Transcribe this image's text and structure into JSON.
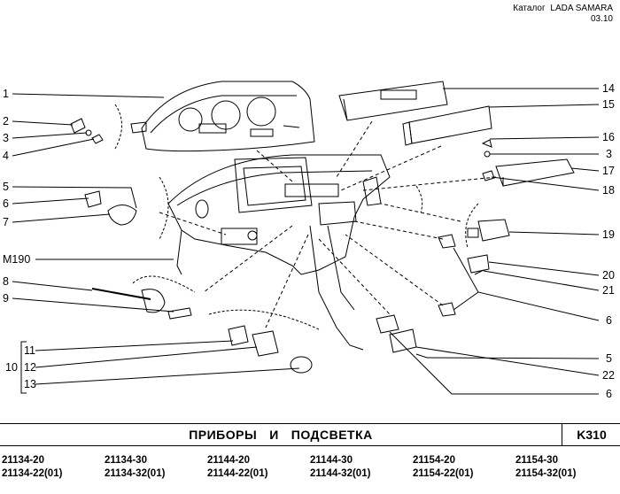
{
  "header": {
    "catalog_label": "Каталог",
    "catalog_name": "LADA SAMARA",
    "date": "03.10"
  },
  "callouts_left": [
    "1",
    "2",
    "3",
    "4",
    "5",
    "6",
    "7",
    "M190",
    "8",
    "9",
    "11",
    "12",
    "13",
    "10"
  ],
  "callouts_right": [
    "14",
    "15",
    "16",
    "3",
    "17",
    "18",
    "19",
    "20",
    "21",
    "6",
    "5",
    "22",
    "6"
  ],
  "footer": {
    "title_words": [
      "ПРИБОРЫ",
      "И",
      "ПОДСВЕТКА"
    ],
    "code": "K310"
  },
  "models": [
    [
      "21134-20",
      "21134-22(01)"
    ],
    [
      "21134-30",
      "21134-32(01)"
    ],
    [
      "21144-20",
      "21144-22(01)"
    ],
    [
      "21144-30",
      "21144-32(01)"
    ],
    [
      "21154-20",
      "21154-22(01)"
    ],
    [
      "21154-30",
      "21154-32(01)"
    ]
  ],
  "colors": {
    "ink": "#000000",
    "paper": "#ffffff"
  }
}
